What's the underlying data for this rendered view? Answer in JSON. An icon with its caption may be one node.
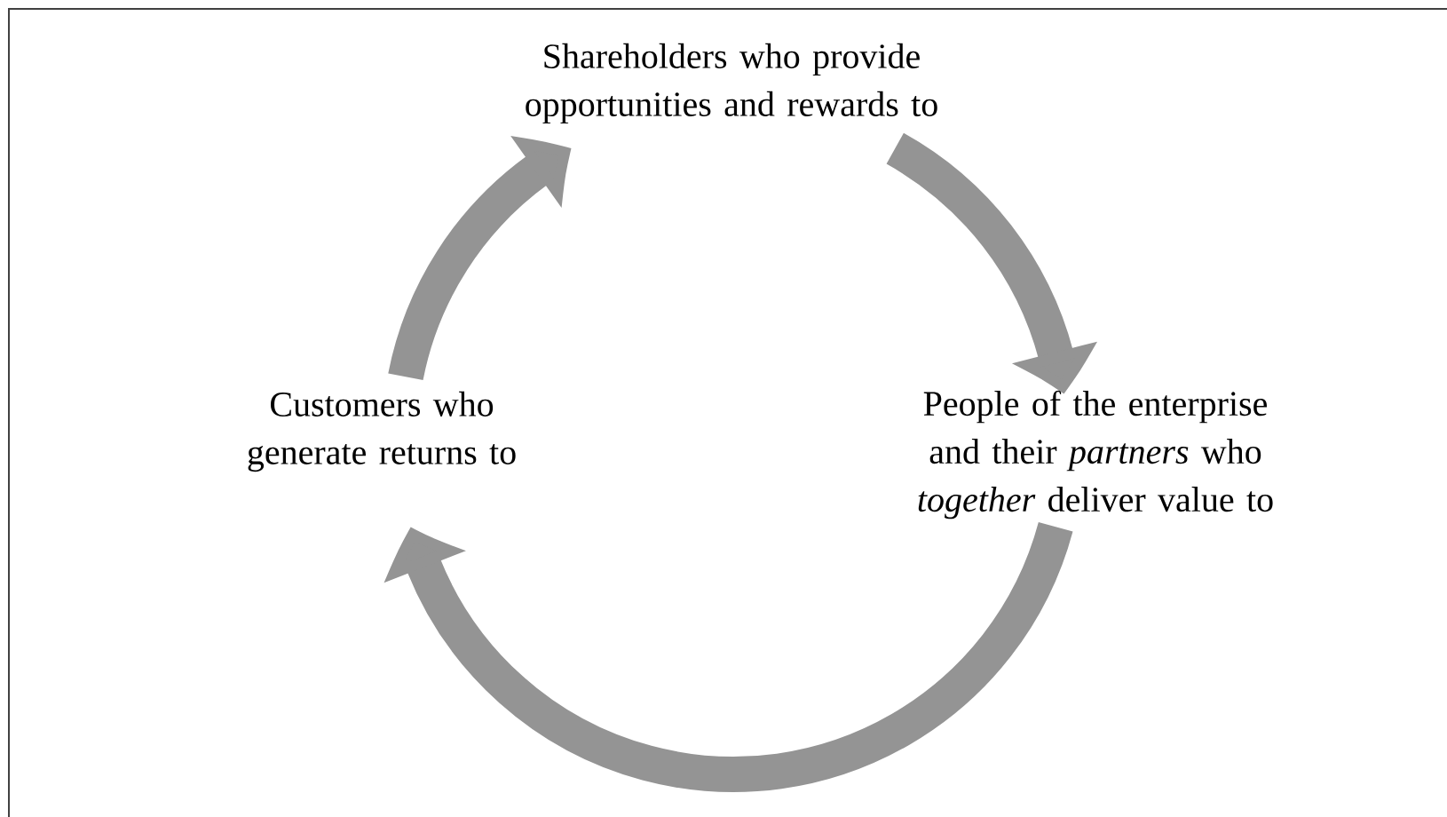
{
  "diagram": {
    "nodes": [
      {
        "text": [
          "Shareholders who provide opportunities and rewards to"
        ]
      },
      {
        "text": [
          "People of the enterprise and their *partners* who *together* deliver value to"
        ]
      },
      {
        "text": [
          "Customers who generate returns to"
        ]
      }
    ],
    "edges": [
      {
        "from": 2,
        "to": 0,
        "arrow": "to"
      },
      {
        "from": 0,
        "to": 1,
        "arrow": "to"
      },
      {
        "from": 1,
        "to": 2,
        "arrow": "to"
      }
    ]
  }
}
